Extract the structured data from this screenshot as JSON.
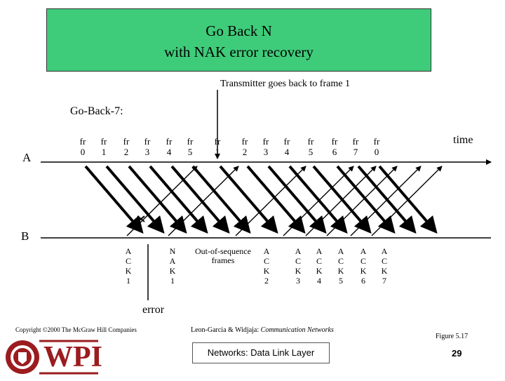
{
  "title": {
    "line1": "Go Back N",
    "line2": "with NAK error recovery"
  },
  "annotation_transmitter": "Transmitter goes back to frame 1",
  "protocol_label": "Go-Back-7:",
  "station_a": "A",
  "station_b": "B",
  "time_label": "time",
  "frames": [
    {
      "a": "fr",
      "b": "0"
    },
    {
      "a": "fr",
      "b": "1"
    },
    {
      "a": "fr",
      "b": "2"
    },
    {
      "a": "fr",
      "b": "3"
    },
    {
      "a": "fr",
      "b": "4"
    },
    {
      "a": "fr",
      "b": "5"
    },
    {
      "a": "fr",
      "b": "1"
    },
    {
      "a": "fr",
      "b": "2"
    },
    {
      "a": "fr",
      "b": "3"
    },
    {
      "a": "fr",
      "b": "4"
    },
    {
      "a": "fr",
      "b": "5"
    },
    {
      "a": "fr",
      "b": "6"
    },
    {
      "a": "fr",
      "b": "7"
    },
    {
      "a": "fr",
      "b": "0"
    }
  ],
  "acks": [
    [
      "A",
      "C",
      "K",
      "1"
    ],
    [
      "N",
      "A",
      "K",
      "1"
    ],
    [
      "A",
      "C",
      "K",
      "2"
    ],
    [
      "A",
      "C",
      "K",
      "3"
    ],
    [
      "A",
      "C",
      "K",
      "4"
    ],
    [
      "A",
      "C",
      "K",
      "5"
    ],
    [
      "A",
      "C",
      "K",
      "6"
    ],
    [
      "A",
      "C",
      "K",
      "7"
    ]
  ],
  "out_of_sequence": {
    "line1": "Out-of-sequence",
    "line2": "frames"
  },
  "error_label": "error",
  "copyright": "Copyright ©2000 The McGraw Hill Companies",
  "citation_authors": "Leon-Garcia & Widjaja:",
  "citation_book": "Communication Networks",
  "figure": "Figure 5.17",
  "logo_text": "WPI",
  "footer_title": "Networks: Data Link Layer",
  "page_number": "29"
}
